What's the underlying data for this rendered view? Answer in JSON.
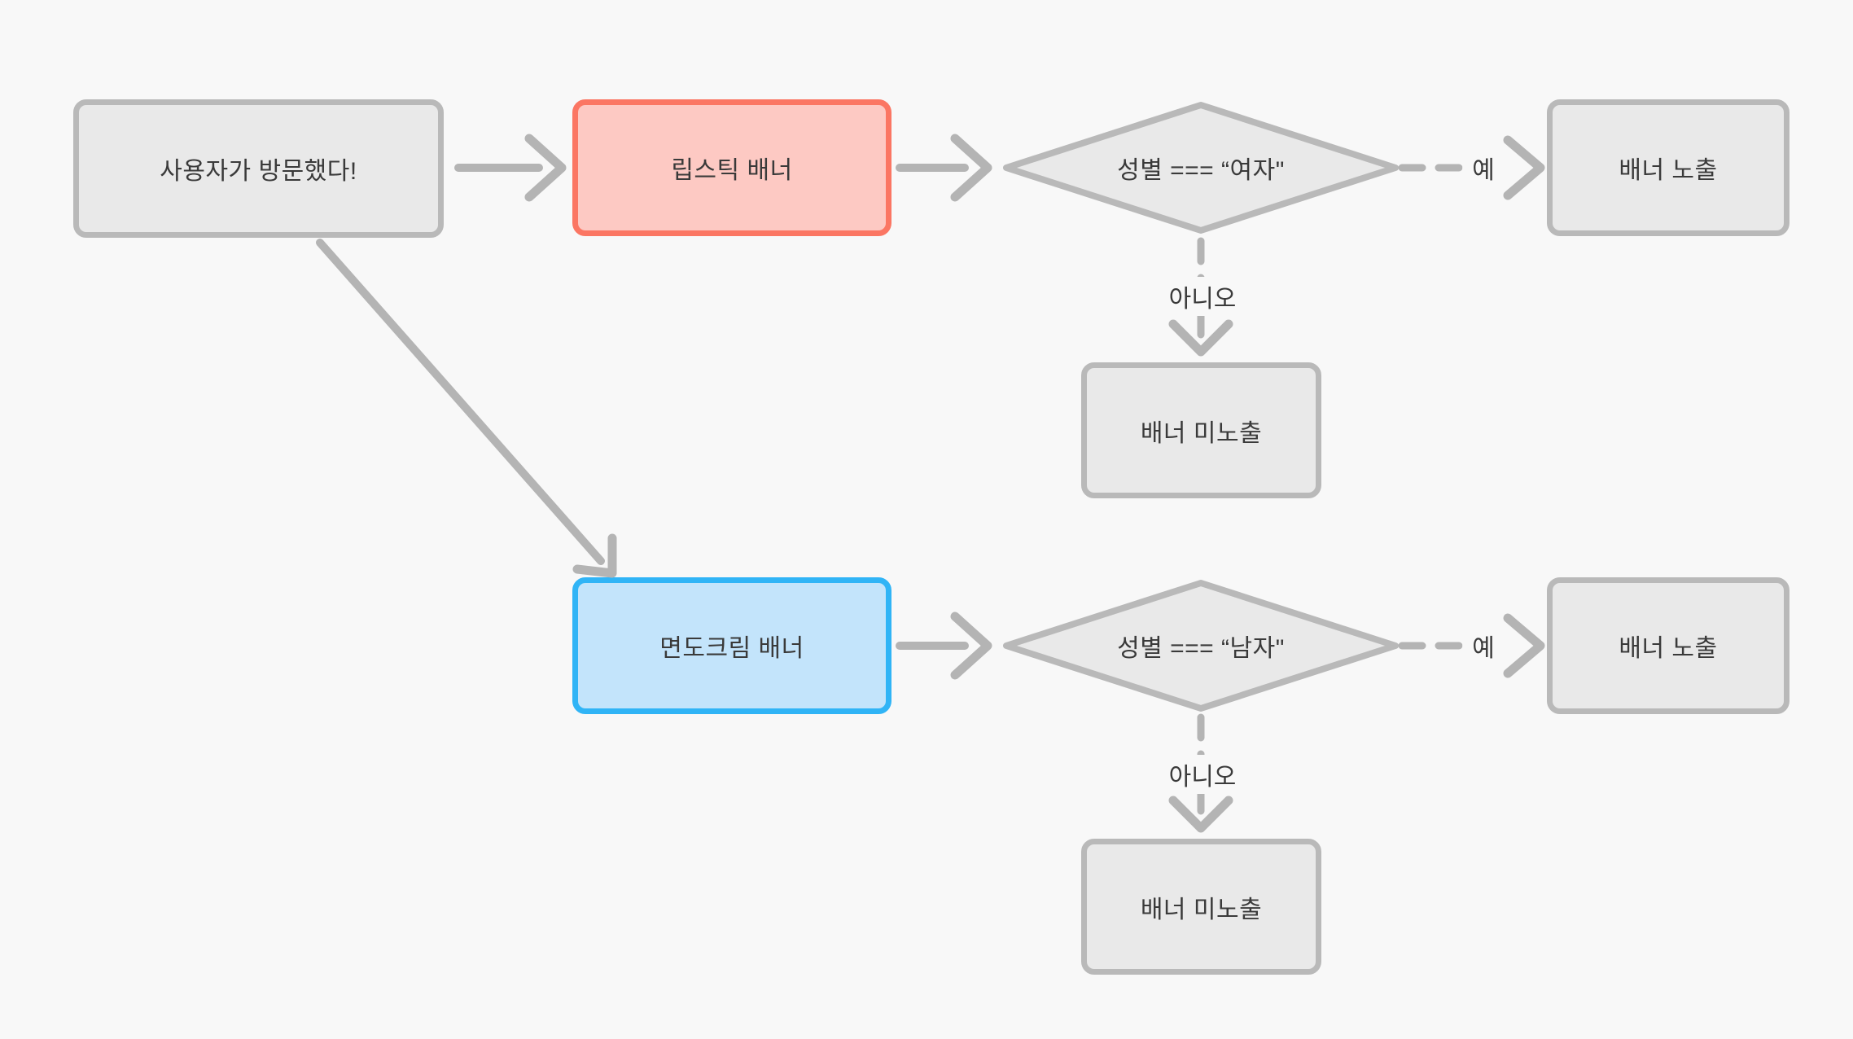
{
  "diagram": {
    "title": "banner exposure flowchart",
    "background": "#f8f8f8",
    "arrow_color": "#b4b4b4",
    "text_color": "#3a3a3a",
    "nodes": {
      "start": {
        "label": "사용자가 방문했다!",
        "shape": "rectangle",
        "fill": "#e9e9e9",
        "border": "#b9b9b9"
      },
      "lipstick_banner": {
        "label": "립스틱 배너",
        "shape": "rectangle",
        "fill": "#fdc9c3",
        "border": "#fb7663"
      },
      "gender_female_check": {
        "label": "성별 === “여자\"",
        "shape": "diamond",
        "fill": "#e9e9e9",
        "border": "#b9b9b9"
      },
      "banner_shown_1": {
        "label": "배너 노출",
        "shape": "rectangle",
        "fill": "#e9e9e9",
        "border": "#b9b9b9"
      },
      "banner_hidden_1": {
        "label": "배너 미노출",
        "shape": "rectangle",
        "fill": "#e9e9e9",
        "border": "#b9b9b9"
      },
      "shaving_cream_banner": {
        "label": "면도크림 배너",
        "shape": "rectangle",
        "fill": "#c3e4fb",
        "border": "#30b4f6"
      },
      "gender_male_check": {
        "label": "성별 === “남자\"",
        "shape": "diamond",
        "fill": "#e9e9e9",
        "border": "#b9b9b9"
      },
      "banner_shown_2": {
        "label": "배너 노출",
        "shape": "rectangle",
        "fill": "#e9e9e9",
        "border": "#b9b9b9"
      },
      "banner_hidden_2": {
        "label": "배너 미노출",
        "shape": "rectangle",
        "fill": "#e9e9e9",
        "border": "#b9b9b9"
      }
    },
    "edge_labels": {
      "yes_1": "예",
      "no_1": "아니오",
      "yes_2": "예",
      "no_2": "아니오"
    }
  }
}
